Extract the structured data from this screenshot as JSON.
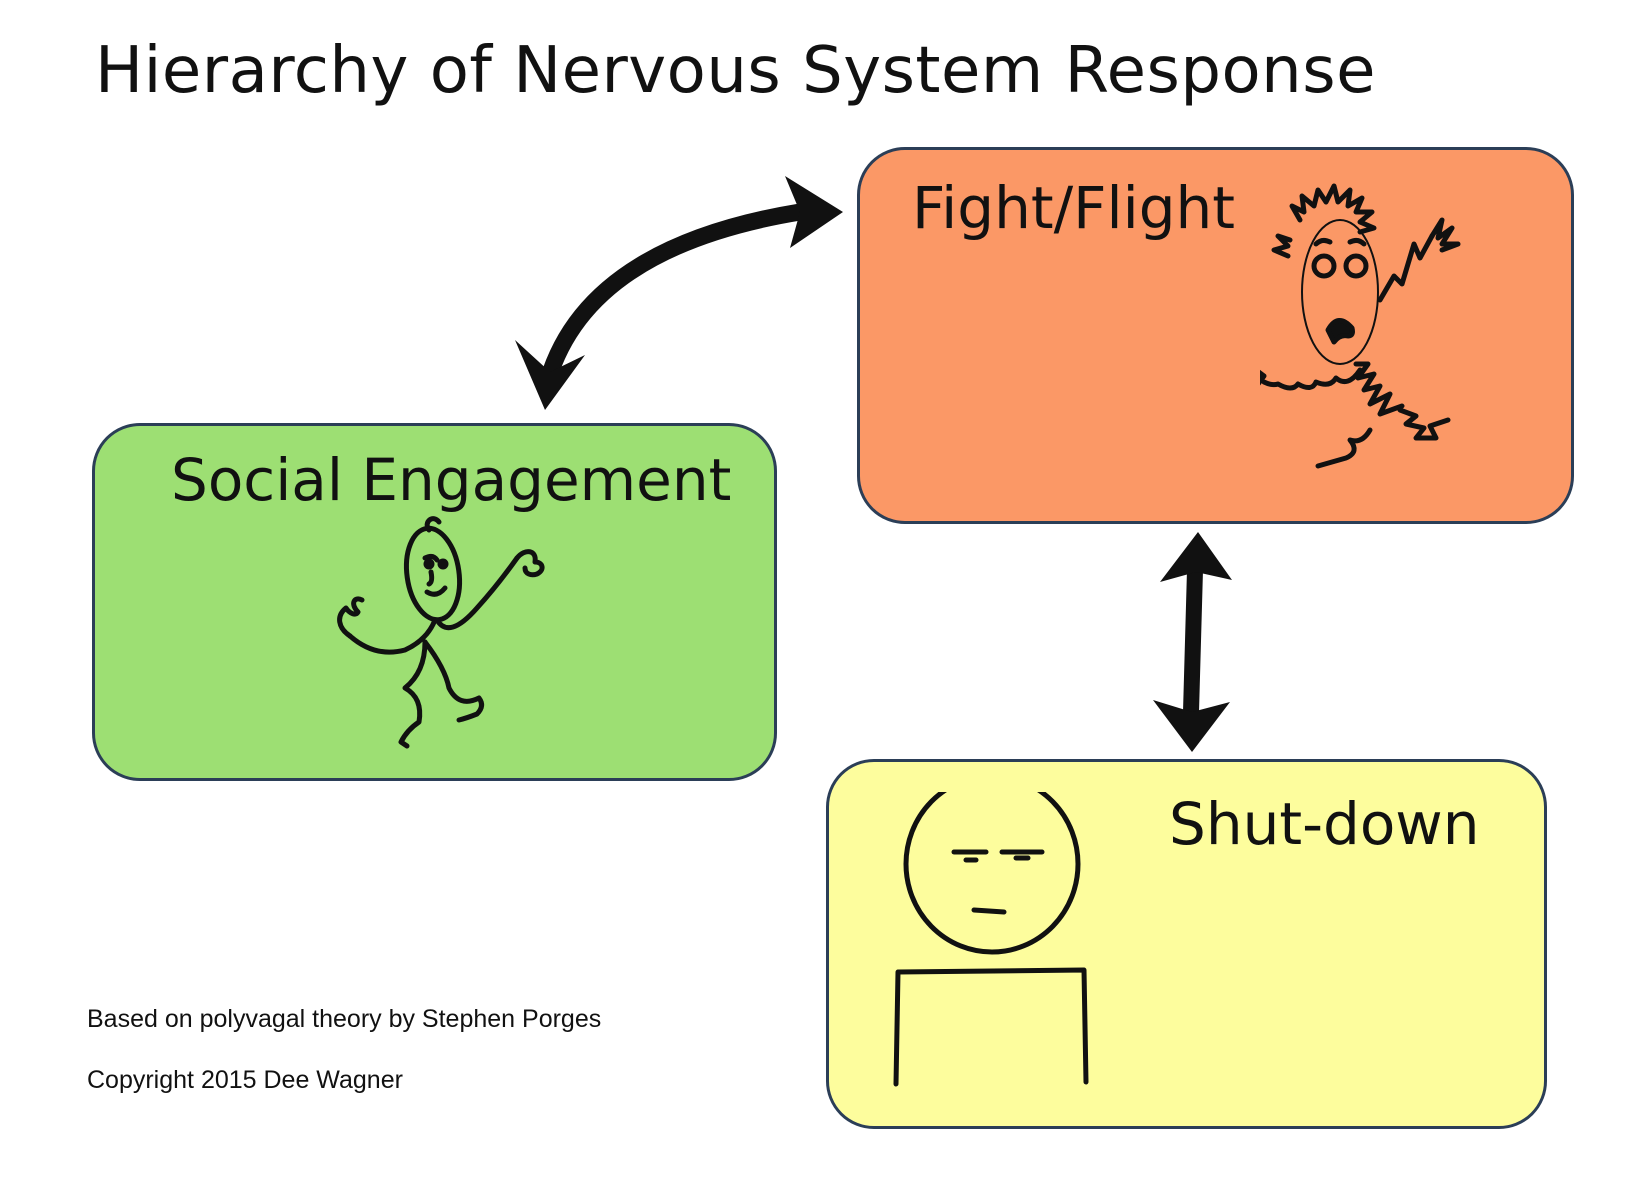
{
  "title": "Hierarchy of Nervous System Response",
  "boxes": {
    "social": {
      "label": "Social Engagement",
      "color": "#9ddf73"
    },
    "fight": {
      "label": "Fight/Flight",
      "color": "#fb9866"
    },
    "shutdown": {
      "label": "Shut-down",
      "color": "#fdfd9d"
    }
  },
  "credits": {
    "line1": "Based on polyvagal theory by Stephen Porges",
    "line2": "Copyright 2015 Dee Wagner"
  }
}
